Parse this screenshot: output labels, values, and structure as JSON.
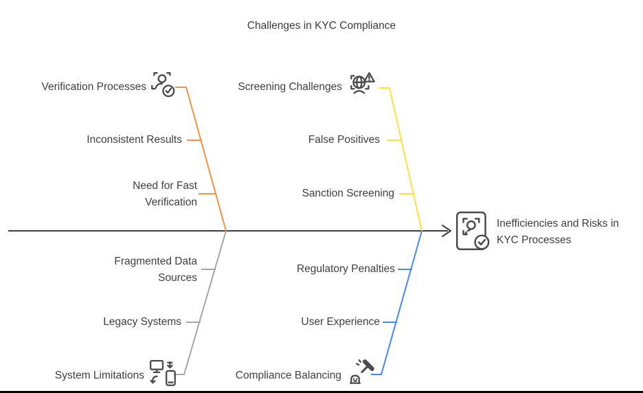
{
  "title": "Challenges in KYC Compliance",
  "effect": {
    "label": "Inefficiencies and Risks in KYC Processes",
    "icon": "id-card-check-icon"
  },
  "branches": {
    "verification": {
      "label": "Verification Processes",
      "icon": "person-check-icon",
      "color": "#F6913E",
      "causes": [
        "Inconsistent Results",
        "Need for Fast Verification"
      ]
    },
    "screening": {
      "label": "Screening Challenges",
      "icon": "globe-alert-icon",
      "color": "#FFE03C",
      "causes": [
        "False Positives",
        "Sanction Screening"
      ]
    },
    "system": {
      "label": "System Limitations",
      "icon": "devices-sync-icon",
      "color": "#A6A6A6",
      "causes": [
        "Fragmented Data Sources",
        "Legacy Systems"
      ]
    },
    "compliance": {
      "label": "Compliance Balancing",
      "icon": "gavel-icon",
      "color": "#4289F5",
      "causes": [
        "Regulatory Penalties",
        "User Experience"
      ]
    }
  },
  "colors": {
    "spine": "#3D3D3D",
    "text": "#3E3E3E",
    "icon_stroke": "#4A4A4A"
  }
}
